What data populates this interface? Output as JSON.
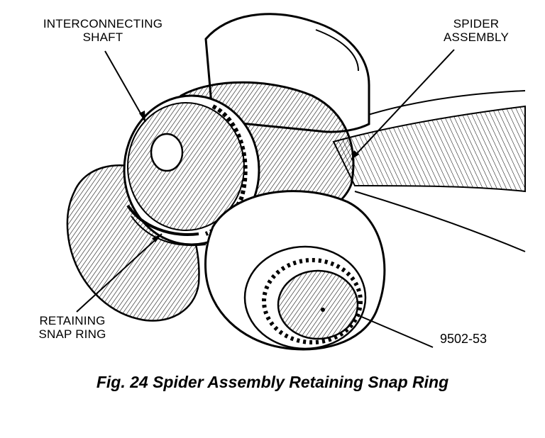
{
  "labels": {
    "interconnecting_shaft": [
      "INTERCONNECTING",
      "SHAFT"
    ],
    "spider_assembly": [
      "SPIDER",
      "ASSEMBLY"
    ],
    "retaining_snap_ring": [
      "RETAINING",
      "SNAP RING"
    ]
  },
  "figure_number": "9502-53",
  "caption": "Fig. 24 Spider Assembly Retaining Snap Ring"
}
